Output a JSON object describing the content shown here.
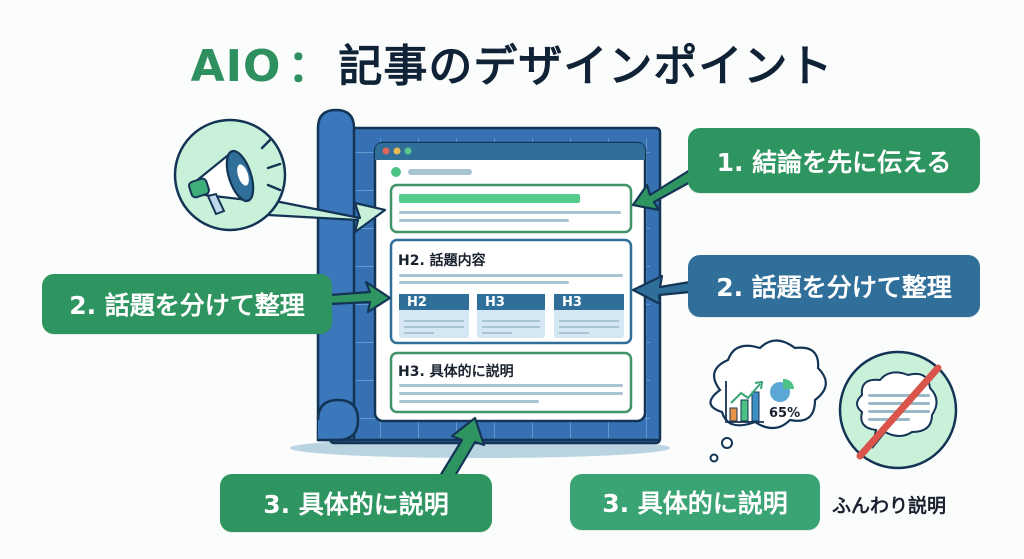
{
  "title": {
    "accent": "AIO",
    "separator": "：",
    "main": "記事のデザインポイント"
  },
  "article": {
    "sections": [
      {
        "heading": ""
      },
      {
        "heading": "H2. 話題内容",
        "subsections": [
          "H2",
          "H3",
          "H3"
        ]
      },
      {
        "heading": "H3. 具体的に説明"
      }
    ]
  },
  "labels": {
    "conclusion_first": "1. 結論を先に伝える",
    "organize_left": "2. 話題を分けて整理",
    "organize_right": "2. 話題を分けて整理",
    "be_specific_left": "3. 具体的に説明",
    "be_specific_right": "3. 具体的に説明"
  },
  "thought_bubble": {
    "percent": "65%"
  },
  "vague_explanation": {
    "caption": "ふんわり説明"
  },
  "icons": {
    "megaphone": "megaphone-icon",
    "bar_chart": "bar-chart-icon",
    "pie_chart": "pie-chart-icon",
    "no_vague": "prohibited-speech-icon"
  },
  "colors": {
    "title_dark": "#102235",
    "accent_green": "#2e9560",
    "accent_blue": "#2f6f9a",
    "blueprint": "#3672b3",
    "prohibit_red": "#d9544a"
  }
}
